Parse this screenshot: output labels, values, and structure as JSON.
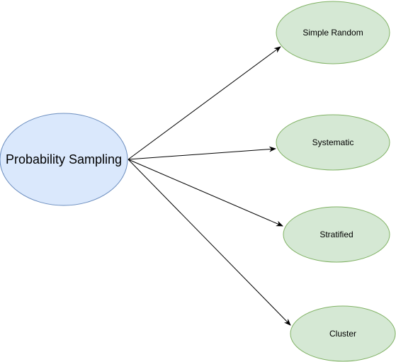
{
  "diagram": {
    "root": {
      "label": "Probability Sampling",
      "fill": "#dae8fc",
      "stroke": "#6c8ebf"
    },
    "children": [
      {
        "label": "Simple Random"
      },
      {
        "label": "Systematic"
      },
      {
        "label": "Stratified"
      },
      {
        "label": "Cluster"
      }
    ],
    "child_style": {
      "fill": "#d5e8d4",
      "stroke": "#82b366"
    },
    "edge_color": "#000000"
  }
}
